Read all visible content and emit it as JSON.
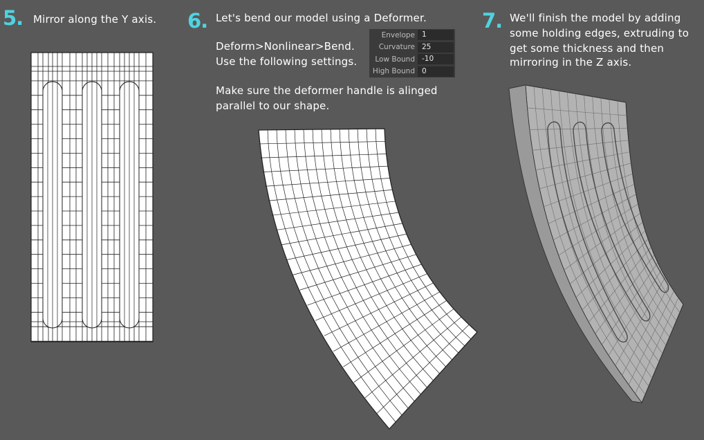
{
  "steps": [
    {
      "number": "5.",
      "lines": [
        "Mirror along the Y axis."
      ]
    },
    {
      "number": "6.",
      "lines": [
        "Let's bend our model using a  Deformer."
      ],
      "deform_lines": [
        "Deform>Nonlinear>Bend.",
        "Use the following settings."
      ],
      "note_lines": [
        "Make sure the deformer handle is alinged",
        "parallel to our shape."
      ]
    },
    {
      "number": "7.",
      "lines": [
        "We'll finish the model by adding",
        "some holding edges, extruding to",
        "get some thickness and then",
        "mirroring in the Z axis."
      ]
    }
  ],
  "bend_settings": [
    {
      "label": "Envelope",
      "value": "1"
    },
    {
      "label": "Curvature",
      "value": "25"
    },
    {
      "label": "Low Bound",
      "value": "-10"
    },
    {
      "label": "High Bound",
      "value": "0"
    }
  ],
  "colors": {
    "accent": "#4fd3e0",
    "background": "#595959",
    "mesh_fill": "#ffffff",
    "mesh_line": "#1e1e1e",
    "shaded_model": "#a8a8a8"
  }
}
